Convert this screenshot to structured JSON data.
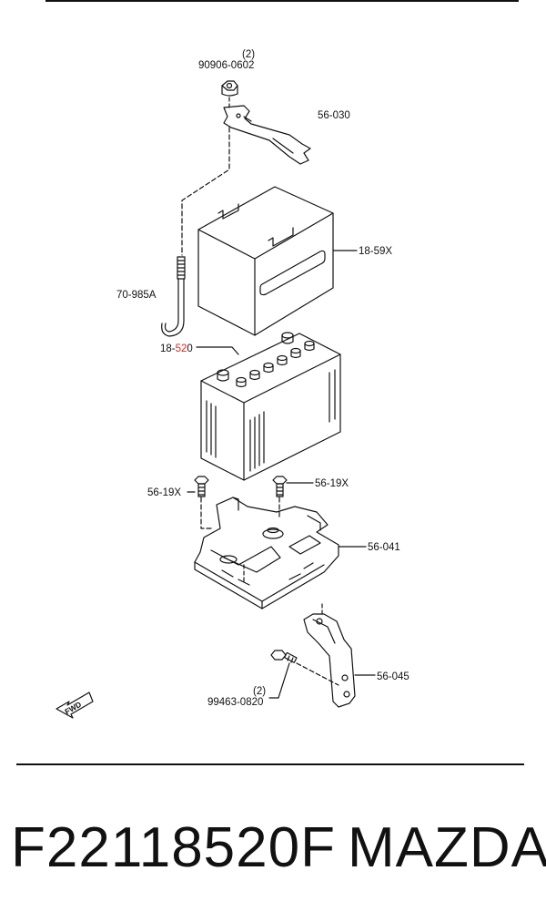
{
  "diagram": {
    "labels": {
      "nut_qty": "(2)",
      "nut": "90906-0602",
      "hold_down_clamp": "56-030",
      "cover": "18-59X",
      "rod": "70-985A",
      "battery_prefix": "18-",
      "battery_highlight": "52",
      "battery_suffix": "0",
      "bolt_left": "56-19X",
      "bolt_right": "56-19X",
      "tray": "56-041",
      "bracket": "56-045",
      "bolt_qty": "(2)",
      "bolt": "99463-0820",
      "fwd": "FWD"
    },
    "colors": {
      "line": "#111111",
      "highlight": "#e0281e"
    }
  },
  "footer": {
    "part_number": "F22118520F",
    "brand": "MAZDA"
  }
}
